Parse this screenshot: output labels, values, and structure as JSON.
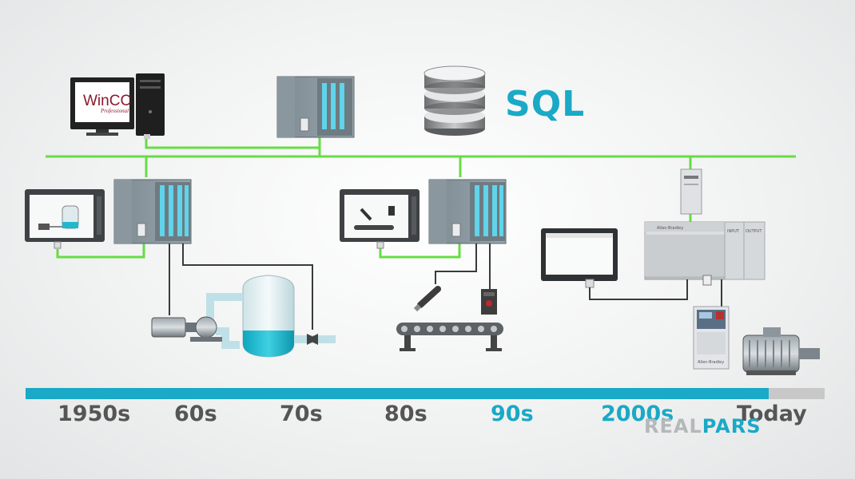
{
  "network": {
    "wincc_logo": "WinCC",
    "wincc_sub": "Professional",
    "sql_label": "SQL",
    "ab_brand": "Allen-Bradley",
    "io_input": "INPUT",
    "io_output": "OUTPUT"
  },
  "timeline": {
    "progress": 0.93,
    "labels": [
      "1950s",
      "60s",
      "70s",
      "80s",
      "90s",
      "2000s",
      "Today"
    ],
    "active_labels": [
      "90s",
      "2000s"
    ]
  },
  "brand": {
    "part1": "REAL",
    "part2": "PARS"
  },
  "colors": {
    "network_line": "#66dd44",
    "accent": "#1aa9c6",
    "track": "#c8c8c8",
    "tank": "#1fb8cc"
  }
}
